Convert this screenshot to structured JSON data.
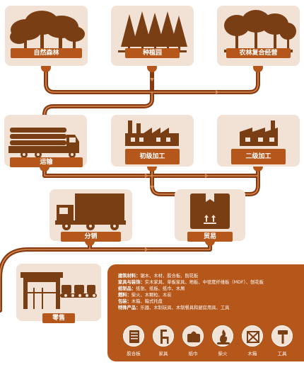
{
  "colors": {
    "primary": "#b5561a",
    "card": "#f2e2d6",
    "dark": "#8a3a10",
    "icon": "#7a3e14"
  },
  "stages": {
    "natural_forest": "自然森林",
    "plantation": "种植园",
    "agroforestry": "农林复合经营",
    "transport": "运输",
    "primary_processing": "初级加工",
    "secondary_processing": "二级加工",
    "distribution": "分销",
    "trade": "贸易",
    "retail": "零售"
  },
  "info": {
    "lines": [
      {
        "label": "建筑材料：",
        "text": "锯木、木材、胶合板、刨花板"
      },
      {
        "label": "家具与装饰：",
        "text": "实木家具、单板家具、地板、中密度纤维板（MDF）、刨花板"
      },
      {
        "label": "纸制品：",
        "text": "纸张、纸板、纸巾、木屑"
      },
      {
        "label": "燃料：",
        "text": "柴火、木颗粒、木炭"
      },
      {
        "label": "包装：",
        "text": "木箱、箱式托盘"
      },
      {
        "label": "特殊产品：",
        "text": "乐器、木制玩具、木制餐具和厨房用具、工具"
      }
    ],
    "products": [
      {
        "label": "胶合板",
        "icon": "plywood-icon"
      },
      {
        "label": "家具",
        "icon": "chair-icon"
      },
      {
        "label": "纸巾",
        "icon": "tissue-icon"
      },
      {
        "label": "柴火",
        "icon": "firewood-icon"
      },
      {
        "label": "木箱",
        "icon": "crate-icon"
      },
      {
        "label": "工具",
        "icon": "tool-icon"
      }
    ]
  }
}
